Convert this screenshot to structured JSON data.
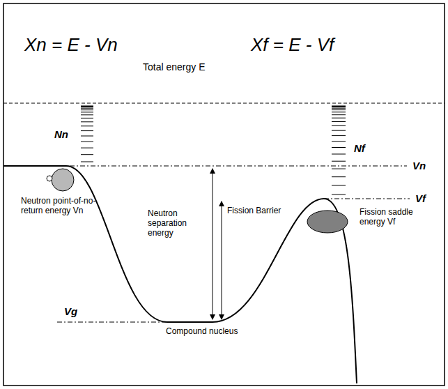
{
  "diagram": {
    "labels": [
      "Xn = E - Vn",
      "Total energy E",
      "Xf = E - Vf",
      "Nn",
      "Vn",
      "Nf",
      "Vf",
      "Neutron point-of-no-return energy Vn",
      "Neutron separation energy",
      "Fission Barrier",
      "Fission saddle energy Vf",
      "Vg",
      "Compound nucleus"
    ]
  }
}
